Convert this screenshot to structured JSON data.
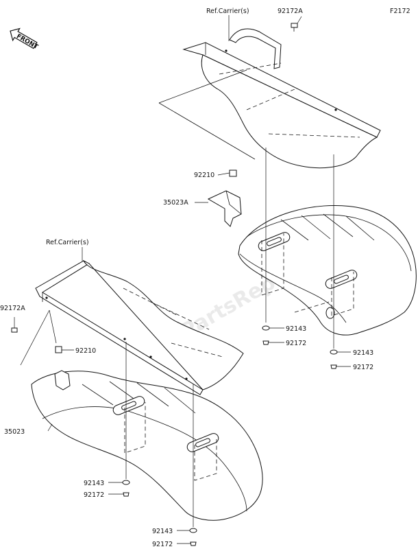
{
  "figure_code": "F2172",
  "direction_marker": "FRONT",
  "watermark": "PartsRepublik",
  "labels": {
    "ref_carrier_top": "Ref.Carrier(s)",
    "ref_carrier_left": "Ref.Carrier(s)",
    "p92172A_top": "92172A",
    "p92172A_left": "92172A",
    "p92210_top": "92210",
    "p92210_left": "92210",
    "p35023A": "35023A",
    "p35023": "35023",
    "p92143_r1": "92143",
    "p92172_r1": "92172",
    "p92143_r2": "92143",
    "p92172_r2": "92172",
    "p92143_b1": "92143",
    "p92172_b1": "92172",
    "p92143_b2": "92143",
    "p92172_b2": "92172"
  }
}
